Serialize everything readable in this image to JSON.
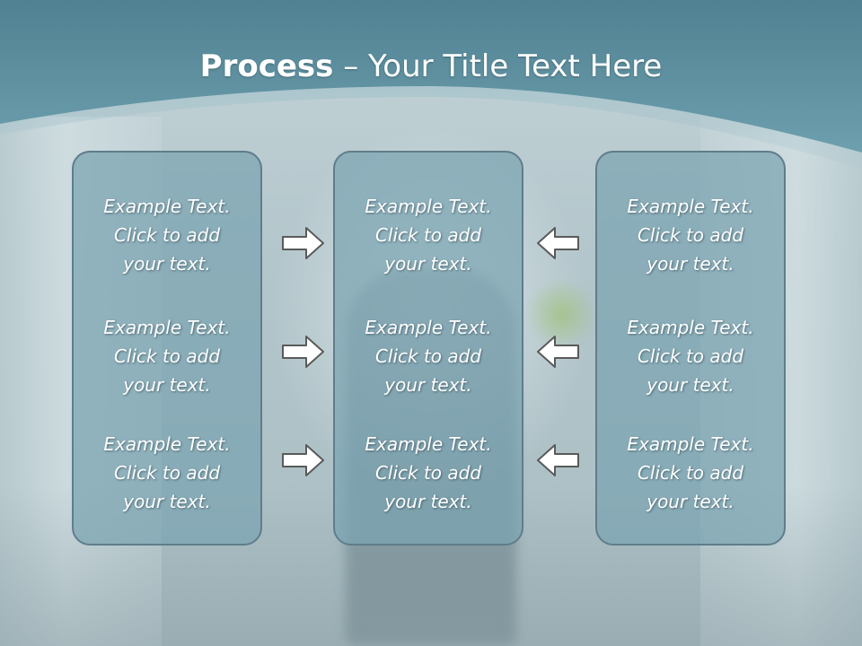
{
  "title": {
    "bold": "Process",
    "separator": " – ",
    "rest": "Your Title Text Here"
  },
  "panels": [
    {
      "blocks": [
        {
          "line1": "Example Text.",
          "line2": "Click  to add",
          "line3": "your text."
        },
        {
          "line1": "Example Text.",
          "line2": "Click  to add",
          "line3": "your text."
        },
        {
          "line1": "Example Text.",
          "line2": "Click  to add",
          "line3": "your text."
        }
      ]
    },
    {
      "blocks": [
        {
          "line1": "Example Text.",
          "line2": "Click  to add",
          "line3": "your text."
        },
        {
          "line1": "Example Text.",
          "line2": "Click  to add",
          "line3": "your text."
        },
        {
          "line1": "Example Text.",
          "line2": "Click  to add",
          "line3": "your text."
        }
      ]
    },
    {
      "blocks": [
        {
          "line1": "Example Text.",
          "line2": "Click  to add",
          "line3": "your text."
        },
        {
          "line1": "Example Text.",
          "line2": "Click  to add",
          "line3": "your text."
        },
        {
          "line1": "Example Text.",
          "line2": "Click  to add",
          "line3": "your text."
        }
      ]
    }
  ],
  "arrows": {
    "left_column": [
      "arrow-right-icon",
      "arrow-right-icon",
      "arrow-right-icon"
    ],
    "right_column": [
      "arrow-left-icon",
      "arrow-left-icon",
      "arrow-left-icon"
    ]
  },
  "colors": {
    "header": "#5e8f9f",
    "panel_fill": "#7aa3b2",
    "panel_border": "#5f7d8a",
    "text": "#ffffff",
    "arrow_stroke": "#5a5a5a",
    "arrow_fill": "#ffffff"
  }
}
